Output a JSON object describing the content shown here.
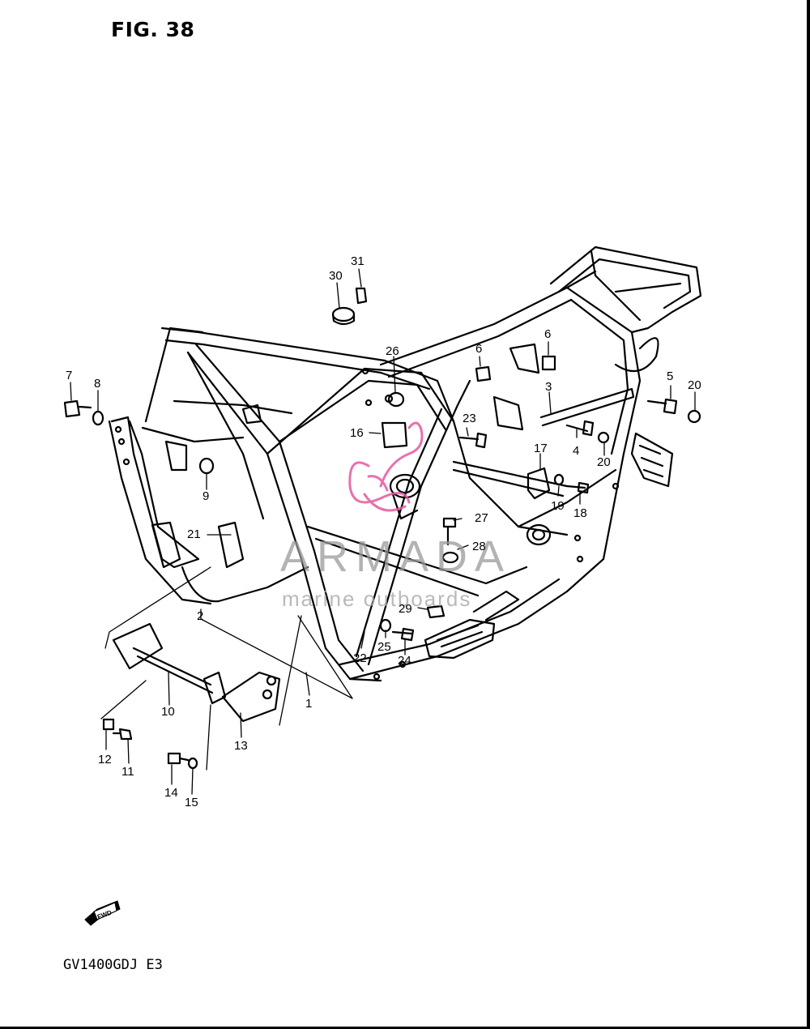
{
  "figure": {
    "title": "FIG. 38",
    "model_code": "GV1400GDJ E3"
  },
  "fwd_label": "FWD",
  "watermark": {
    "name": "ARMADA",
    "tagline": "marine outboards",
    "accent_color": "#e35a9e"
  },
  "callouts": [
    {
      "id": "c1",
      "text": "1"
    },
    {
      "id": "c2",
      "text": "2"
    },
    {
      "id": "c3",
      "text": "3"
    },
    {
      "id": "c4",
      "text": "4"
    },
    {
      "id": "c5",
      "text": "5"
    },
    {
      "id": "c6a",
      "text": "6"
    },
    {
      "id": "c6b",
      "text": "6"
    },
    {
      "id": "c7",
      "text": "7"
    },
    {
      "id": "c8",
      "text": "8"
    },
    {
      "id": "c9",
      "text": "9"
    },
    {
      "id": "c10",
      "text": "10"
    },
    {
      "id": "c11",
      "text": "11"
    },
    {
      "id": "c12",
      "text": "12"
    },
    {
      "id": "c13",
      "text": "13"
    },
    {
      "id": "c14",
      "text": "14"
    },
    {
      "id": "c15",
      "text": "15"
    },
    {
      "id": "c16",
      "text": "16"
    },
    {
      "id": "c17",
      "text": "17"
    },
    {
      "id": "c18",
      "text": "18"
    },
    {
      "id": "c19",
      "text": "19"
    },
    {
      "id": "c20a",
      "text": "20"
    },
    {
      "id": "c20b",
      "text": "20"
    },
    {
      "id": "c21",
      "text": "21"
    },
    {
      "id": "c22",
      "text": "22"
    },
    {
      "id": "c23",
      "text": "23"
    },
    {
      "id": "c24",
      "text": "24"
    },
    {
      "id": "c25",
      "text": "25"
    },
    {
      "id": "c26",
      "text": "26"
    },
    {
      "id": "c27",
      "text": "27"
    },
    {
      "id": "c28",
      "text": "28"
    },
    {
      "id": "c29",
      "text": "29"
    },
    {
      "id": "c30",
      "text": "30"
    },
    {
      "id": "c31",
      "text": "31"
    }
  ]
}
